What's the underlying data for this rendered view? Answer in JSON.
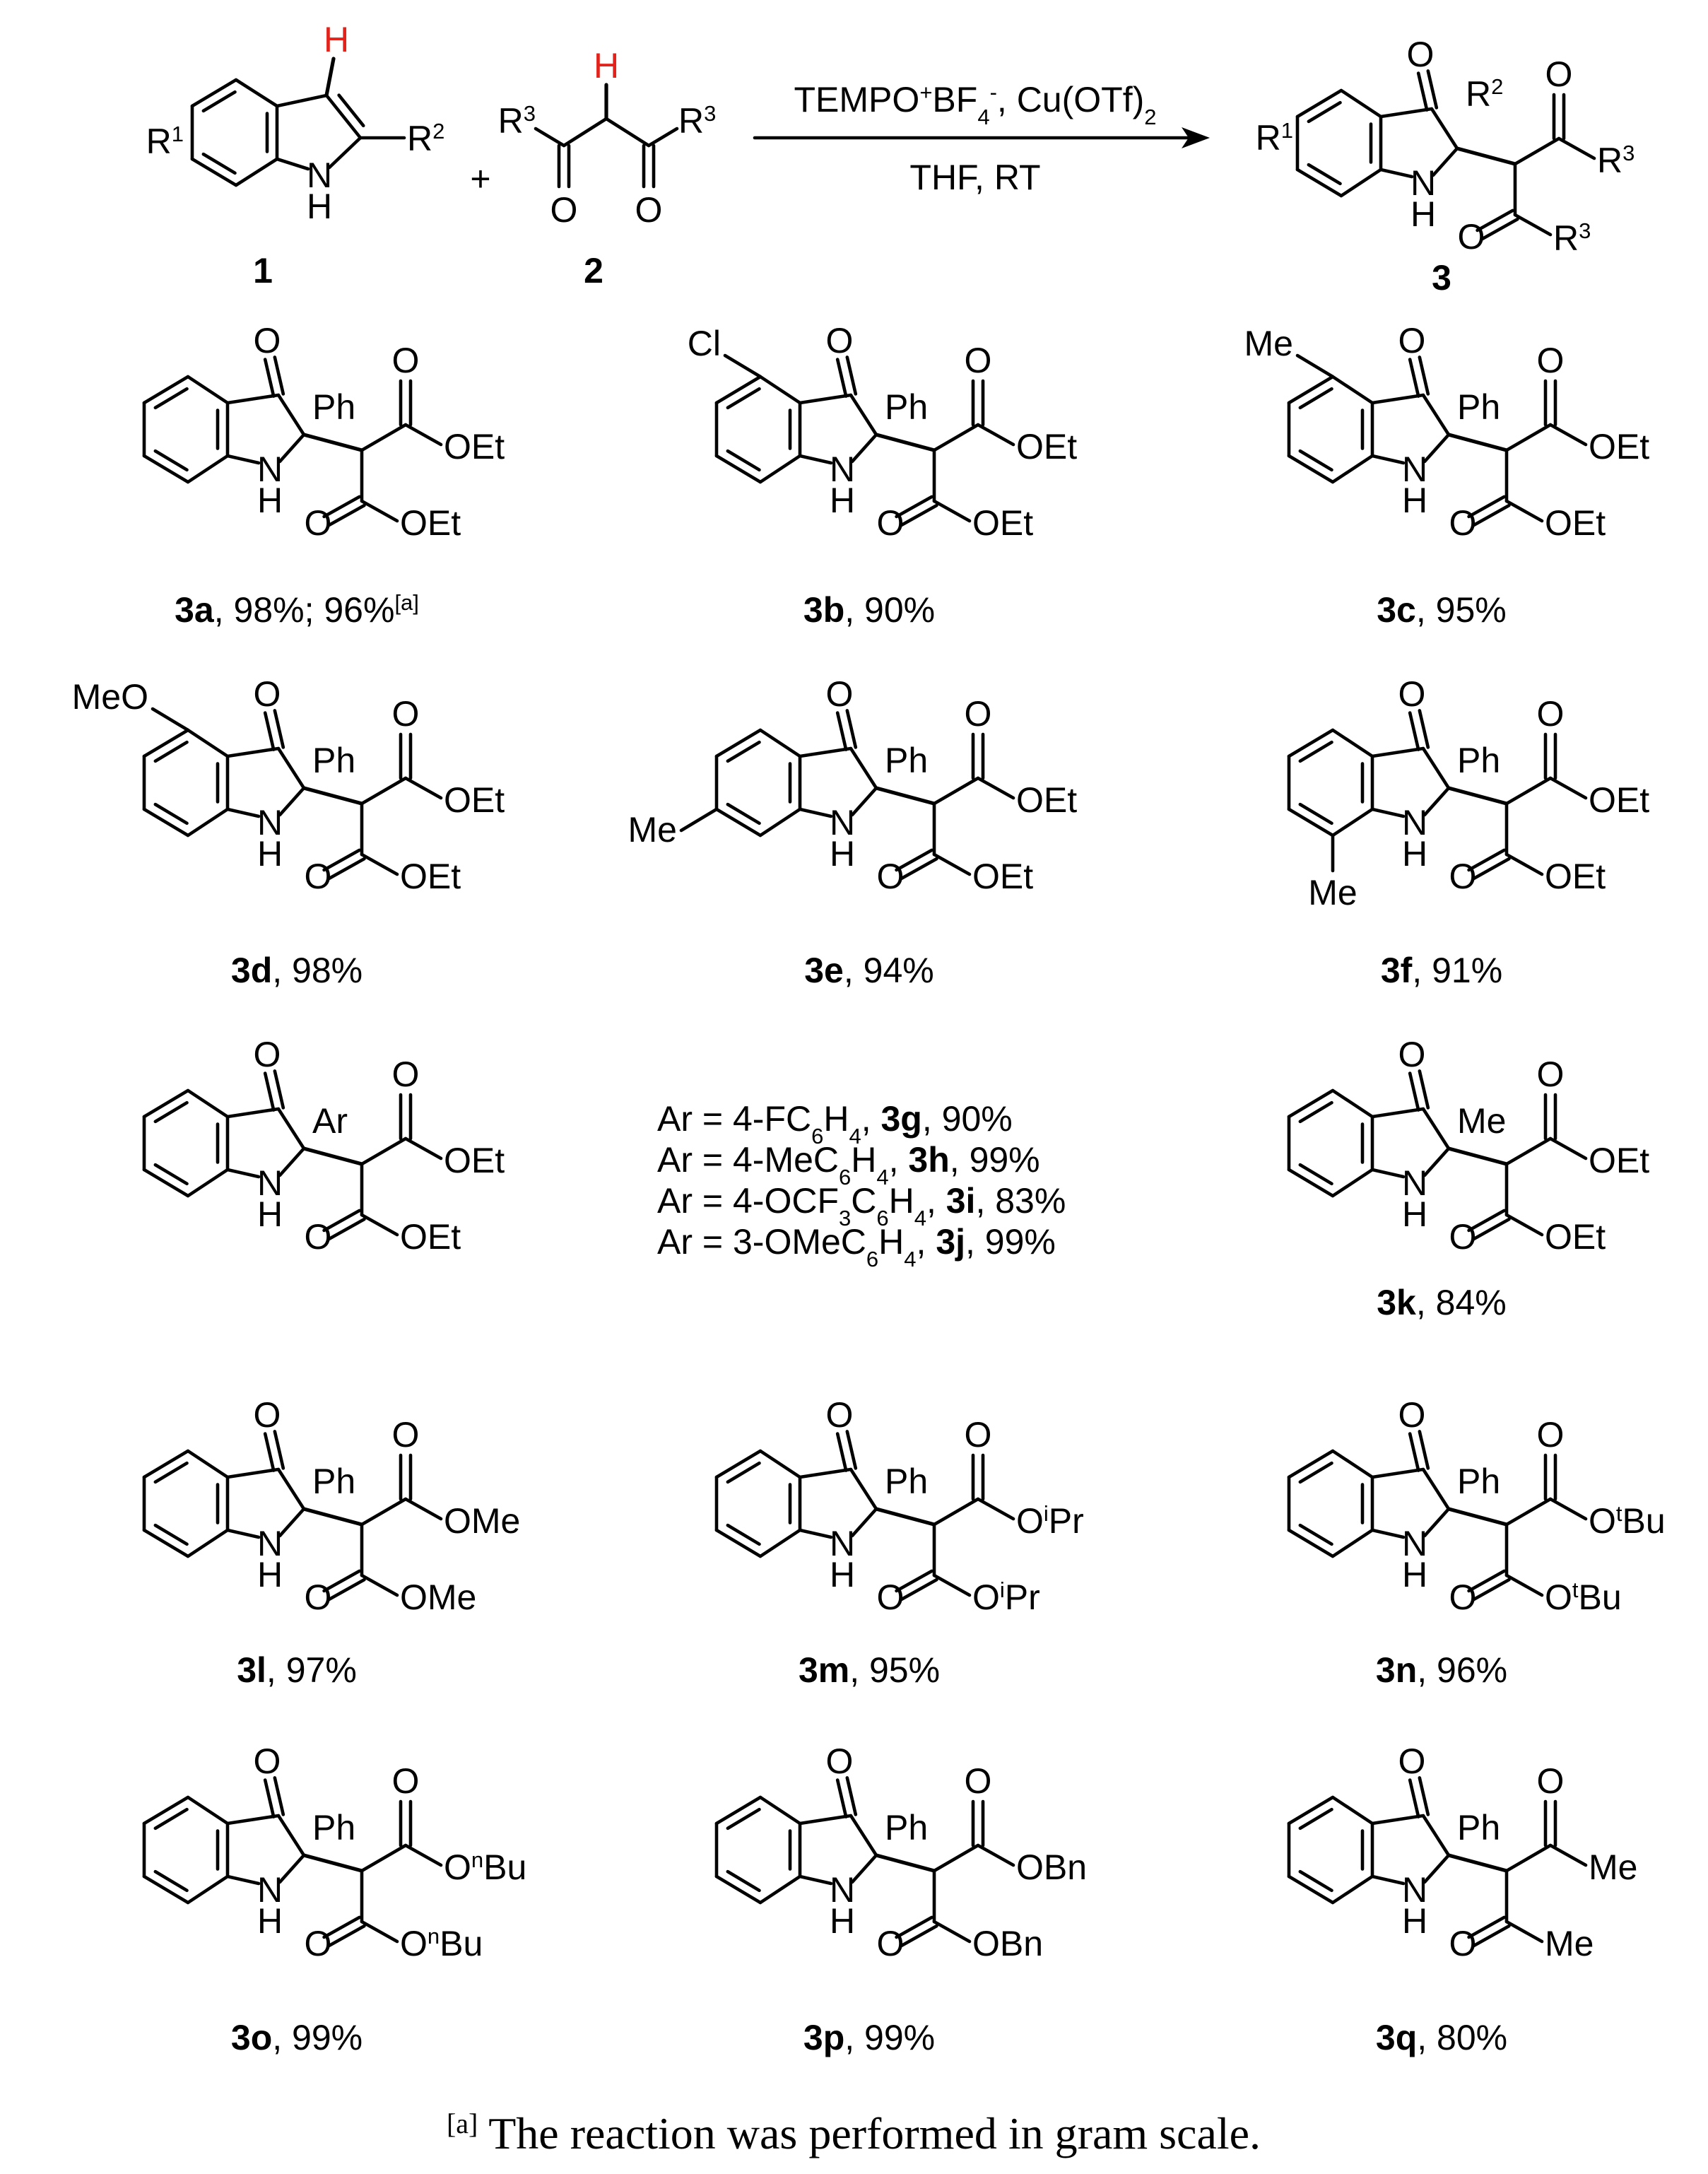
{
  "colors": {
    "bond": "#000000",
    "new_cc_bond": "#e3231b",
    "indole_h": "#e3231b",
    "dicarbonyl_bond": "#1f2bd6"
  },
  "scheme": {
    "sm1": {
      "r1": "R",
      "r1_sup": "1",
      "r2": "R",
      "r2_sup": "2",
      "h": "H",
      "nh_n": "N",
      "nh_h": "H",
      "label": "1"
    },
    "plus": "+",
    "sm2": {
      "r3": "R",
      "r3_sup": "3",
      "h": "H",
      "o": "O",
      "label": "2"
    },
    "conditions": {
      "above_a": "TEMPO",
      "above_a_sup": "+",
      "above_b": "BF",
      "above_b_sub": "4",
      "above_b_sup": "-",
      "above_c": ",  Cu(OTf)",
      "above_c_sub": "2",
      "below": "THF, RT"
    },
    "product": {
      "o": "O",
      "r1": "R",
      "r1_sup": "1",
      "r2": "R",
      "r2_sup": "2",
      "r3": "R",
      "r3_sup": "3",
      "nh_n": "N",
      "nh_h": "H",
      "label": "3"
    }
  },
  "compounds": [
    {
      "id": "3a",
      "sub": "",
      "c2": "Ph",
      "acyl": "OEt",
      "yield": ", 98%; 96%",
      "note": "[a]"
    },
    {
      "id": "3b",
      "sub": "Cl",
      "c2": "Ph",
      "acyl": "OEt",
      "yield": ", 90%"
    },
    {
      "id": "3c",
      "sub": "Me",
      "c2": "Ph",
      "acyl": "OEt",
      "yield": ", 95%"
    },
    {
      "id": "3d",
      "sub": "MeO",
      "c2": "Ph",
      "acyl": "OEt",
      "yield": ", 98%"
    },
    {
      "id": "3e",
      "sub": "Me",
      "c2": "Ph",
      "acyl": "OEt",
      "yield": ", 94%"
    },
    {
      "id": "3f",
      "sub": "Me",
      "c2": "Ph",
      "acyl": "OEt",
      "yield": ", 91%"
    },
    {
      "id": "3g-j",
      "sub": "",
      "c2": "Ar",
      "acyl": "OEt",
      "yield": ""
    },
    {
      "id": "3k",
      "sub": "",
      "c2": "Me",
      "acyl": "OEt",
      "yield": ", 84%"
    },
    {
      "id": "3l",
      "sub": "",
      "c2": "Ph",
      "acyl": "OMe",
      "yield": ", 97%"
    },
    {
      "id": "3m",
      "sub": "",
      "c2": "Ph",
      "acyl_pre": "O",
      "acyl_sup": "i",
      "acyl_post": "Pr",
      "yield": ", 95%"
    },
    {
      "id": "3n",
      "sub": "",
      "c2": "Ph",
      "acyl_pre": "O",
      "acyl_sup": "t",
      "acyl_post": "Bu",
      "yield": ", 96%"
    },
    {
      "id": "3o",
      "sub": "",
      "c2": "Ph",
      "acyl_pre": "O",
      "acyl_sup": "n",
      "acyl_post": "Bu",
      "yield": ", 99%"
    },
    {
      "id": "3p",
      "sub": "",
      "c2": "Ph",
      "acyl": "OBn",
      "yield": ", 99%"
    },
    {
      "id": "3q",
      "sub": "",
      "c2": "Ph",
      "acyl": "Me",
      "yield": ", 80%"
    }
  ],
  "ar_list": [
    {
      "pre": "Ar = 4-FC",
      "s1": "6",
      "mid": "H",
      "s2": "4",
      "sep": ", ",
      "id": "3g",
      "yield": ", 90%"
    },
    {
      "pre": "Ar = 4-MeC",
      "s1": "6",
      "mid": "H",
      "s2": "4",
      "sep": ", ",
      "id": "3h",
      "yield": ", 99%"
    },
    {
      "pre": "Ar = 4-OCF",
      "s0": "3",
      "pre2": "C",
      "s1": "6",
      "mid": "H",
      "s2": "4",
      "sep": ", ",
      "id": "3i",
      "yield": ", 83%"
    },
    {
      "pre": "Ar = 3-OMeC",
      "s1": "6",
      "mid": "H",
      "s2": "4",
      "sep": ", ",
      "id": "3j",
      "yield": ", 99%"
    }
  ],
  "atoms": {
    "o": "O",
    "n": "N",
    "h": "H"
  },
  "footnote": {
    "mark": "[a]",
    "text": " The reaction was performed in gram scale."
  }
}
